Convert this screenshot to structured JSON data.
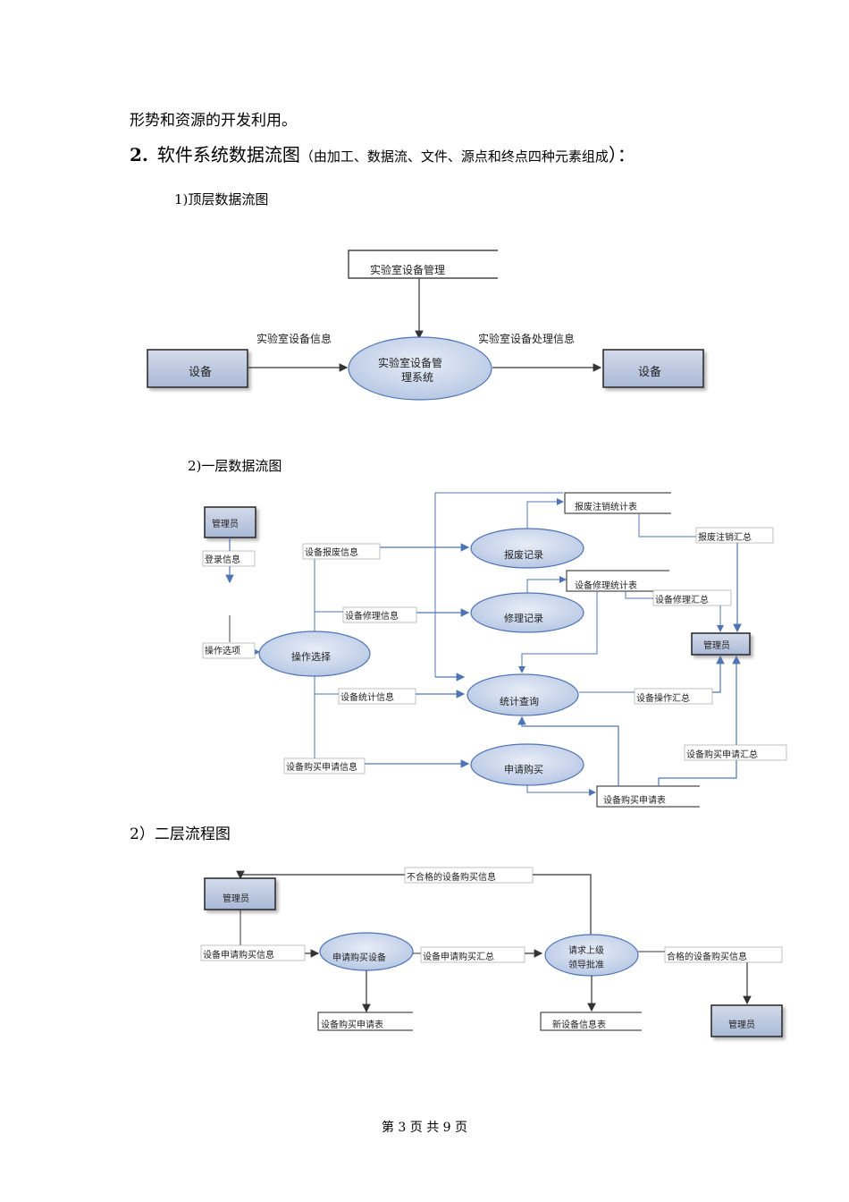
{
  "body_text": {
    "line1": "形势和资源的开发利用。",
    "section_number": "2.",
    "section_title": "软件系统数据流图",
    "section_paren_open": "（",
    "section_note": "由加工、数据流、文件、源点和终点四种元素组成",
    "section_paren_close": "）：",
    "sub1": "1)顶层数据流图",
    "sub2": "2)一层数据流图",
    "sub3": "2）二层流程图"
  },
  "top_level": {
    "store": "实验室设备管理",
    "source_entity": "设备",
    "process_line1": "实验室设备管",
    "process_line2": "理系统",
    "sink_entity": "设备",
    "flow_in": "实验室设备信息",
    "flow_out": "实验室设备处理信息"
  },
  "level1": {
    "admin": "管理员",
    "login_info": "登录信息",
    "op_options": "操作选项",
    "op_select": "操作选择",
    "scrap_info": "设备报废信息",
    "repair_info": "设备修理信息",
    "stat_info": "设备统计信息",
    "buy_apply_info": "设备购买申请信息",
    "scrap_record": "报废记录",
    "repair_record": "修理记录",
    "stat_query": "统计查询",
    "apply_buy": "申请购买",
    "scrap_stat_table": "报废注销统计表",
    "repair_stat_table": "设备修理统计表",
    "scrap_summary": "报废注销汇总",
    "repair_summary": "设备修理汇总",
    "op_summary": "设备操作汇总",
    "buy_summary": "设备购买申请汇总",
    "buy_table": "设备购买申请表",
    "admin_right": "管理员"
  },
  "level2": {
    "admin_top": "管理员",
    "reject_info": "不合格的设备购买信息",
    "apply_info": "设备申请购买信息",
    "apply_process": "申请购买设备",
    "apply_summary": "设备申请购买汇总",
    "approve_process_line1": "请求上级",
    "approve_process_line2": "领导批准",
    "ok_info": "合格的设备购买信息",
    "buy_table": "设备购买申请表",
    "new_table": "新设备信息表",
    "admin_bottom": "管理员"
  },
  "footer": "第 3 页 共 9 页",
  "colors": {
    "entity_fill": "#b7c3dc",
    "process_fill": "#c6d3ea",
    "line_blue": "#4f74b5",
    "line_dark": "#333333"
  }
}
